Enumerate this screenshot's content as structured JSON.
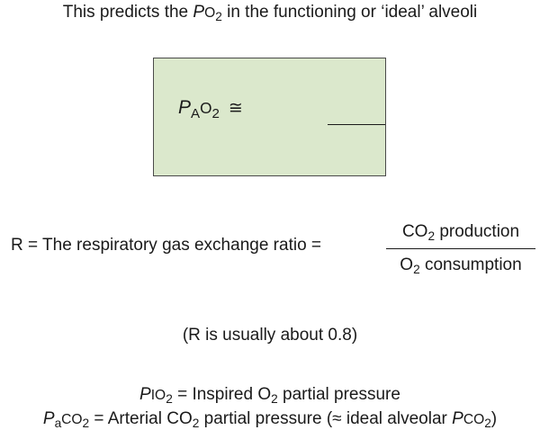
{
  "header": {
    "prefix": "This predicts the ",
    "p_symbol": "P",
    "o_symbol": "O",
    "sub_2": "2",
    "suffix": " in the functioning or ‘ideal’ alveoli"
  },
  "equation_box": {
    "p_symbol": "P",
    "sub_A": "A",
    "o_symbol": "O",
    "sub_2": "2",
    "approx_symbol": "≅",
    "fill_color": "#dbe8cc"
  },
  "ratio": {
    "label": "R = The respiratory gas exchange ratio = ",
    "numerator_co": "CO",
    "numerator_sub": "2",
    "numerator_rest": " production",
    "denominator_o": "O",
    "denominator_sub": "2",
    "denominator_rest": " consumption"
  },
  "r_note": "(R is usually about 0.8)",
  "definitions": {
    "pio2": {
      "p_symbol": "P",
      "io_symbol": "IO",
      "sub_2": "2",
      "text_before_o": " = Inspired O",
      "text_sub": "2",
      "text_after": " partial pressure"
    },
    "paco2": {
      "p_symbol": "P",
      "a_symbol": "a",
      "co_symbol": "CO",
      "sub_2": "2",
      "text_before_co": " = Arterial CO",
      "text_sub": "2",
      "text_mid": " partial pressure (≈ ideal alveolar ",
      "p2_symbol": "P",
      "co2_symbol": "CO",
      "sub_2b": "2",
      "close": ")"
    }
  }
}
